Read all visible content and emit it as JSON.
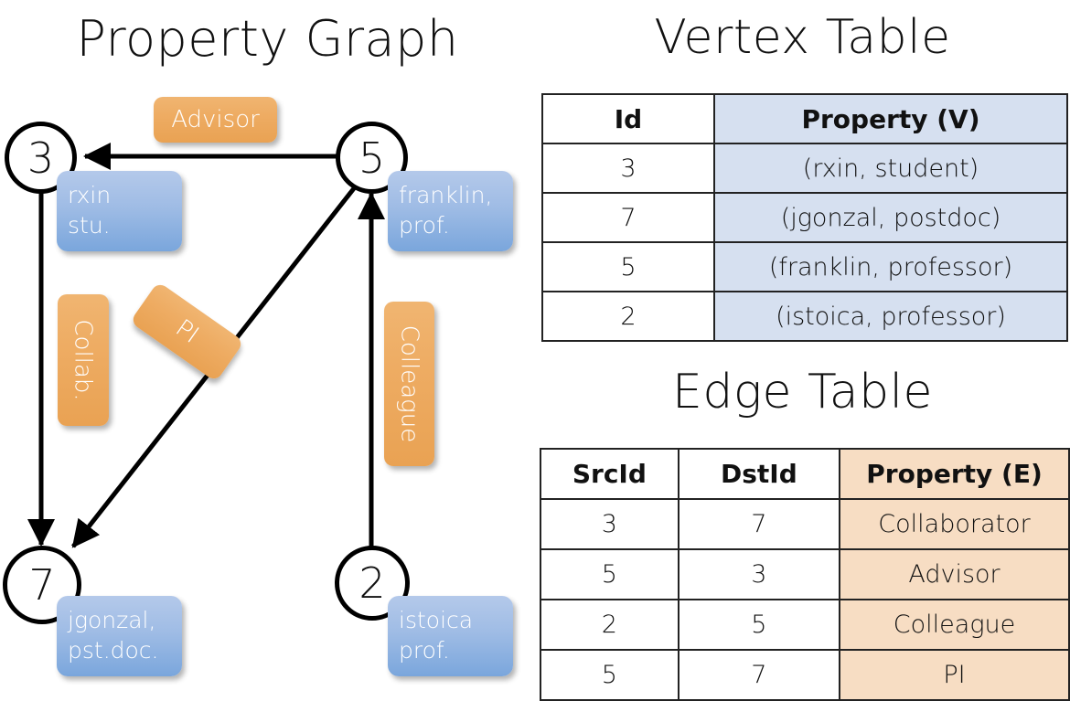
{
  "titles": {
    "property_graph": "Property Graph",
    "vertex_table": "Vertex Table",
    "edge_table": "Edge Table"
  },
  "graph": {
    "vertices": [
      {
        "id": "3",
        "prop_line1": "rxin",
        "prop_line2": "stu."
      },
      {
        "id": "5",
        "prop_line1": "franklin,",
        "prop_line2": "prof."
      },
      {
        "id": "7",
        "prop_line1": "jgonzal,",
        "prop_line2": "pst.doc."
      },
      {
        "id": "2",
        "prop_line1": "istoica",
        "prop_line2": "prof."
      }
    ],
    "edge_labels": [
      {
        "name": "advisor",
        "text": "Advisor"
      },
      {
        "name": "collab",
        "text": "Collab."
      },
      {
        "name": "pi",
        "text": "PI"
      },
      {
        "name": "colleague",
        "text": "Colleague"
      }
    ]
  },
  "vertex_table": {
    "headers": [
      "Id",
      "Property (V)"
    ],
    "rows": [
      {
        "id": "3",
        "property": "(rxin, student)"
      },
      {
        "id": "7",
        "property": "(jgonzal, postdoc)"
      },
      {
        "id": "5",
        "property": "(franklin, professor)"
      },
      {
        "id": "2",
        "property": "(istoica, professor)"
      }
    ]
  },
  "edge_table": {
    "headers": [
      "SrcId",
      "DstId",
      "Property (E)"
    ],
    "rows": [
      {
        "src": "3",
        "dst": "7",
        "property": "Collaborator"
      },
      {
        "src": "5",
        "dst": "3",
        "property": "Advisor"
      },
      {
        "src": "2",
        "dst": "5",
        "property": "Colleague"
      },
      {
        "src": "5",
        "dst": "7",
        "property": "PI"
      }
    ]
  },
  "colors": {
    "vertex_box_blue": "#9fbce5",
    "edge_label_orange": "#eeac63",
    "table_blue_fill": "#d6e0f0",
    "table_peach_fill": "#f7ddc3",
    "stroke_black": "#000000"
  }
}
